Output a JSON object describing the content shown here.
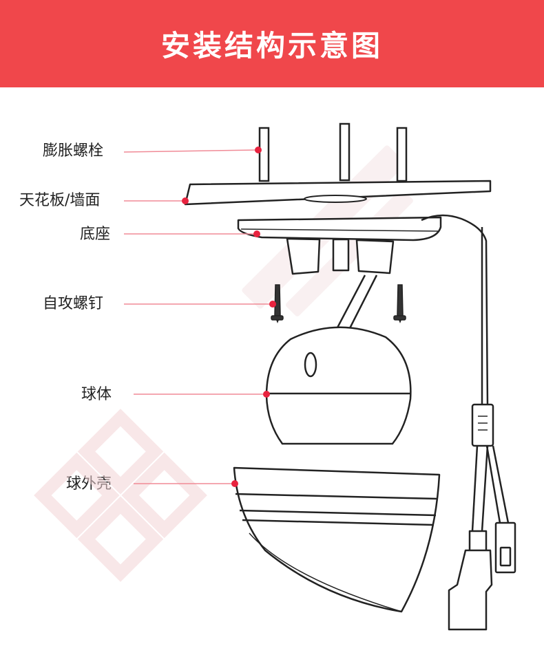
{
  "header": {
    "title": "安装结构示意图",
    "background": "#f0474b"
  },
  "labels": {
    "expansion_bolts": "膨胀螺栓",
    "ceiling_wall": "天花板/墙面",
    "base": "底座",
    "self_tapping_screws": "自攻螺钉",
    "ball_body": "球体",
    "ball_shell": "球外壳"
  },
  "colors": {
    "accent": "#e8233f",
    "leader_line": "#f08a96",
    "outline": "#222222",
    "watermark": "#f3d3d6"
  }
}
